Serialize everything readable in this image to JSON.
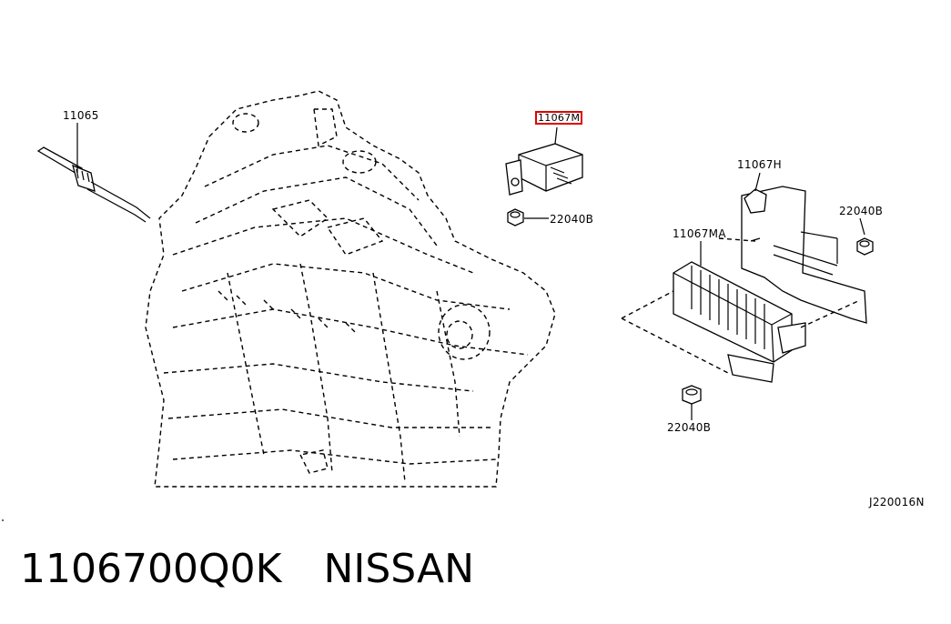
{
  "diagram": {
    "labels": {
      "glow_plug": "11065",
      "relay_highlighted": "11067M",
      "nut_upper": "22040B",
      "bracket": "11067H",
      "nut_right": "22040B",
      "controller": "11067MA",
      "nut_lower": "22040B",
      "figure_code": "J220016N"
    },
    "highlight_color": "#e00000"
  },
  "caption": {
    "part_number": "1106700Q0K",
    "brand": "NISSAN"
  }
}
